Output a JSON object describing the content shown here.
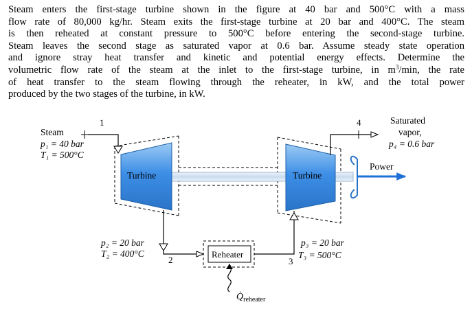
{
  "problem": {
    "lines": [
      "Steam enters the first-stage turbine shown in the figure at 40 bar and 500°C with a mass",
      "flow rate of 80,000 kg/hr. Steam exits the first-stage turbine at 20 bar and 400°C. The steam",
      "is then reheated at constant pressure to 500°C before entering the second-stage turbine.",
      "Steam leaves the second stage as saturated vapor at 0.6 bar. Assume steady state operation",
      "and ignore stray heat transfer and kinetic and potential energy effects. Determine the"
    ],
    "line6_before": "volumetric flow rate of the steam at the inlet to the first-stage turbine, in m",
    "line6_sup": "3",
    "line6_after": "/min, the rate",
    "line7": "of heat transfer to the steam flowing through the reheater, in kW, and the total power",
    "line8": "produced by the two stages of the turbine, in kW."
  },
  "diagram": {
    "state1": {
      "number": "1",
      "label": "Steam",
      "pressure": "p₁ = 40 bar",
      "temperature": "T₁ = 500°C"
    },
    "state2": {
      "number": "2",
      "pressure": "p₂ = 20 bar",
      "temperature": "T₂ = 400°C"
    },
    "state3": {
      "number": "3",
      "pressure": "p₃ = 20 bar",
      "temperature": "T₃ = 500°C"
    },
    "state4": {
      "number": "4",
      "line1": "Saturated",
      "line2": "vapor,",
      "pressure": "p₄ = 0.6 bar"
    },
    "turbine1_label": "Turbine",
    "turbine2_label": "Turbine",
    "reheater_label": "Reheater",
    "power_label": "Power",
    "heat_symbol": "Q̇",
    "heat_subscript": "reheater",
    "colors": {
      "turbine_fill": "#3d8ee6",
      "turbine_light": "#9ccbf4",
      "shaft": "#d8e6f6",
      "power_arrow": "#1f6fd8"
    }
  }
}
